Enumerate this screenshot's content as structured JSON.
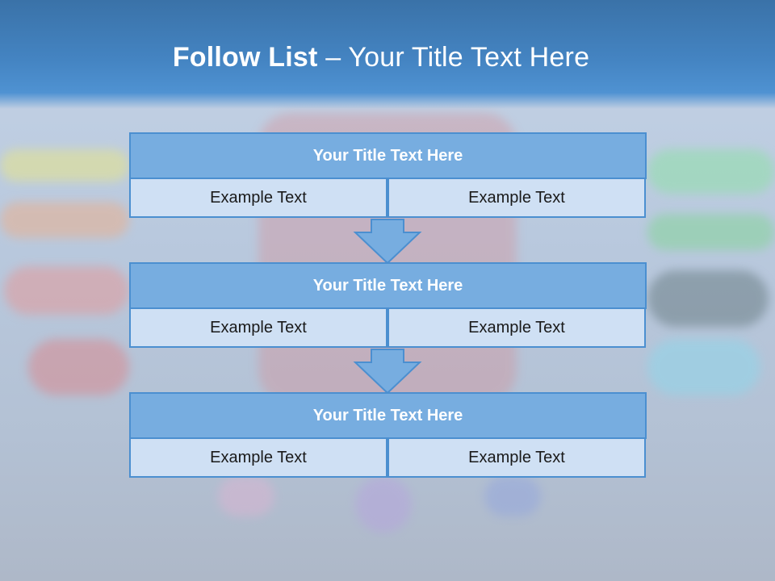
{
  "slide": {
    "title_bold": "Follow List",
    "title_rest": " – Your Title Text Here"
  },
  "steps": [
    {
      "title": "Your Title Text Here",
      "left": "Example Text",
      "right": "Example Text"
    },
    {
      "title": "Your Title Text Here",
      "left": "Example Text",
      "right": "Example Text"
    },
    {
      "title": "Your Title Text Here",
      "left": "Example Text",
      "right": "Example Text"
    }
  ],
  "colors": {
    "header": "#4484c2",
    "block_title_fill": "#77ade0",
    "cell_fill": "#cfe0f4",
    "border": "#4b8fd0",
    "arrow_fill": "#77ade0"
  }
}
